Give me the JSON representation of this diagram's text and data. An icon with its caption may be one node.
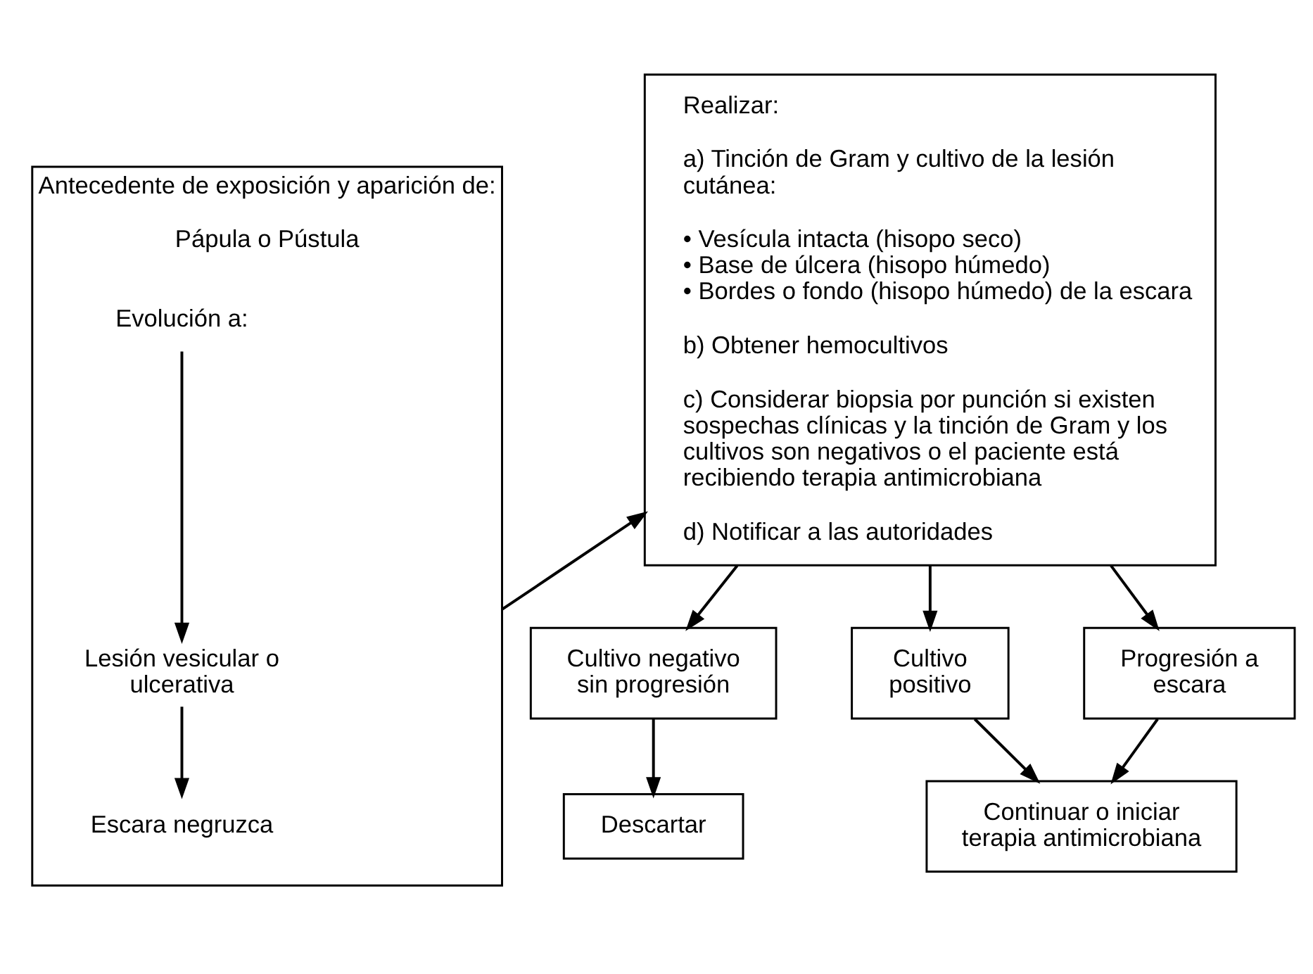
{
  "diagram": {
    "nodes": [
      {
        "text": [
          "Antecedente de exposición y aparición de:",
          "Pápula o Pústula"
        ]
      },
      {
        "text": [
          "Evolución a:"
        ],
        "in": 0
      },
      {
        "text": [
          "Lesión vesicular o ulcerativa"
        ],
        "in": 0
      },
      {
        "text": [
          "Escara negruzca"
        ],
        "in": 0
      },
      {
        "text": [
          "Realizar:",
          "a) Tinción de Gram y cultivo de la lesión cutánea:",
          "• Vesícula intacta (hisopo seco)",
          "• Base de úlcera (hisopo húmedo)",
          "• Bordes o fondo (hisopo húmedo) de la escara",
          "b) Obtener hemocultivos",
          "c) Considerar biopsia por punción si existen sospechas clínicas y la tinción de Gram y los cultivos son negativos o el paciente está recibiendo terapia antimicrobiana",
          "d) Notificar a las autoridades"
        ]
      },
      {
        "text": [
          "Cultivo negativo sin progresión"
        ]
      },
      {
        "text": [
          "Cultivo positivo"
        ]
      },
      {
        "text": [
          "Progresión a escara"
        ]
      },
      {
        "text": [
          "Descartar"
        ]
      },
      {
        "text": [
          "Continuar o iniciar terapia antimicrobiana"
        ]
      }
    ],
    "edges": [
      {
        "from": 1,
        "to": 2,
        "arrow": "to"
      },
      {
        "from": 2,
        "to": 3,
        "arrow": "to"
      },
      {
        "from": 0,
        "to": 4,
        "arrow": "to"
      },
      {
        "from": 4,
        "to": 5,
        "arrow": "to"
      },
      {
        "from": 4,
        "to": 6,
        "arrow": "to"
      },
      {
        "from": 4,
        "to": 7,
        "arrow": "to"
      },
      {
        "from": 5,
        "to": 8,
        "arrow": "to"
      },
      {
        "from": 6,
        "to": 9,
        "arrow": "to"
      },
      {
        "from": 7,
        "to": 9,
        "arrow": "to"
      }
    ]
  }
}
